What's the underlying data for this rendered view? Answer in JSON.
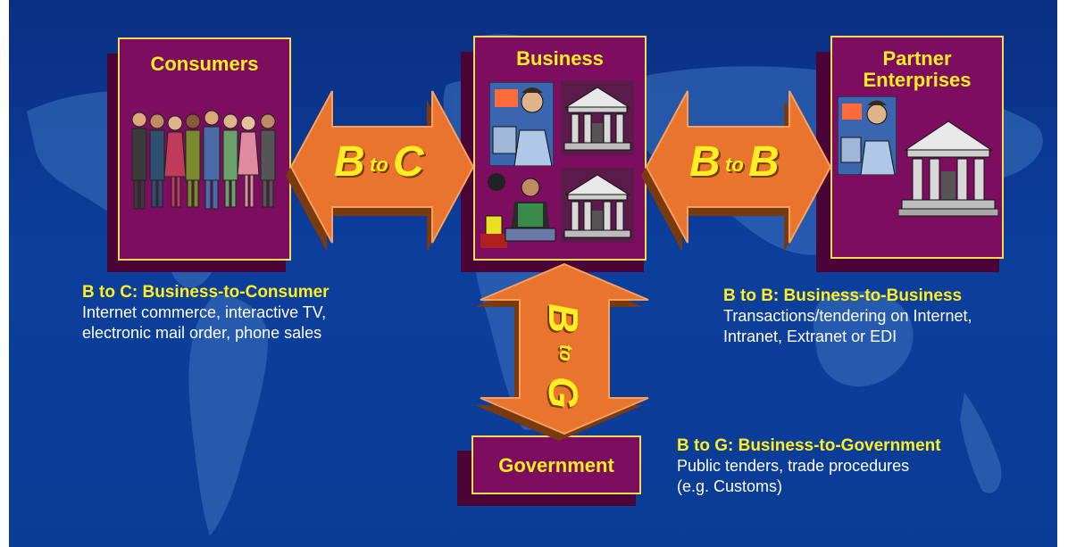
{
  "nodes": {
    "consumers": "Consumers",
    "business": "Business",
    "partner_line1": "Partner",
    "partner_line2": "Enterprises",
    "government": "Government"
  },
  "arrows": {
    "b2c": {
      "a": "B",
      "to": "to",
      "b": "C"
    },
    "b2b": {
      "a": "B",
      "to": "to",
      "b": "B"
    },
    "b2g": {
      "a": "B",
      "to": "to",
      "b": "G"
    }
  },
  "descriptions": {
    "b2c": {
      "heading": "B to C: Business-to-Consumer",
      "line1": "Internet commerce, interactive TV,",
      "line2": "electronic mail order, phone sales"
    },
    "b2b": {
      "heading": "B to B: Business-to-Business",
      "line1": "Transactions/tendering on Internet,",
      "line2": "Intranet, Extranet or EDI"
    },
    "b2g": {
      "heading": "B to G: Business-to-Government",
      "line1": "Public tenders, trade procedures",
      "line2": "(e.g. Customs)"
    }
  },
  "colors": {
    "background": "#0c3e9c",
    "box_fill": "#7d0e5f",
    "box_border": "#f3dc55",
    "arrow": "#e8742e",
    "title_text": "#ffee22",
    "body_text": "#ffffff"
  },
  "icons": [
    "people-group-illustration",
    "bank-building-icon",
    "businessman-computer-illustration",
    "worker-illustration"
  ]
}
